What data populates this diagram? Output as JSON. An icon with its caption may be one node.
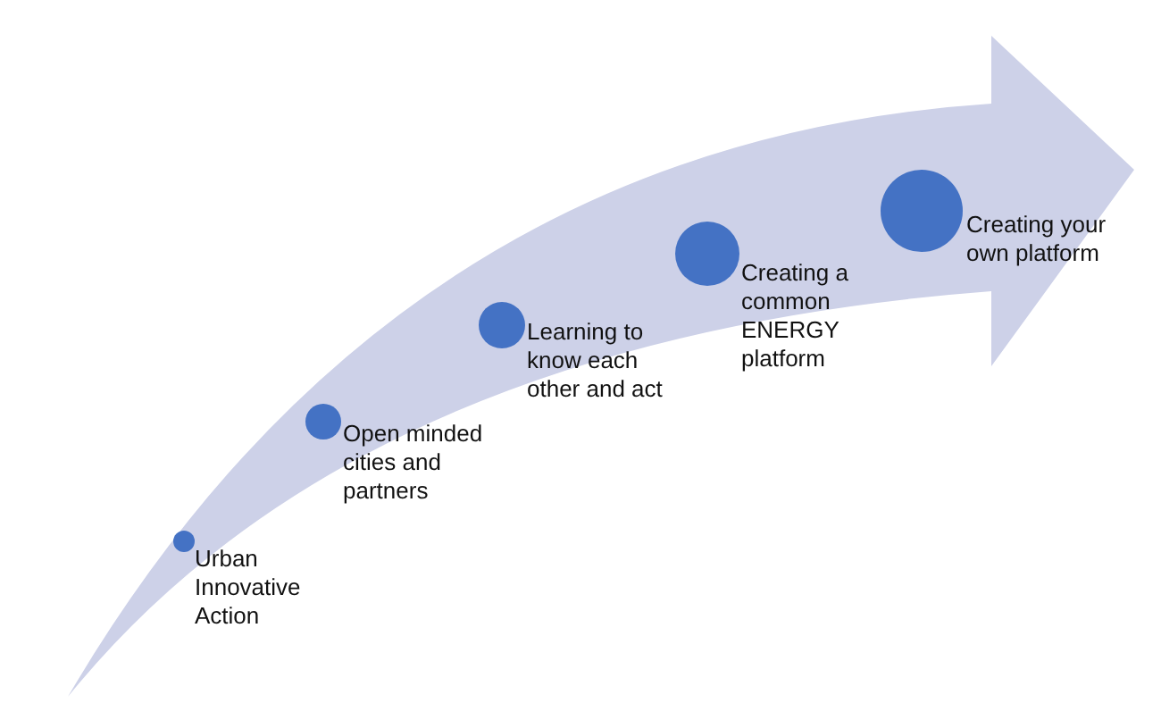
{
  "diagram": {
    "nodes": [
      {
        "text": [],
        "shape": "circle",
        "beside": [
          "Urban Innovative Action"
        ]
      },
      {
        "text": [],
        "shape": "circle",
        "beside": [
          "Open minded cities and partners"
        ]
      },
      {
        "text": [],
        "shape": "circle",
        "beside": [
          "Learning to know each other and act"
        ]
      },
      {
        "text": [],
        "shape": "circle",
        "beside": [
          "Creating a common ENERGY platform"
        ]
      },
      {
        "text": [],
        "shape": "circle",
        "beside": [
          "Creating your own platform"
        ]
      }
    ]
  }
}
